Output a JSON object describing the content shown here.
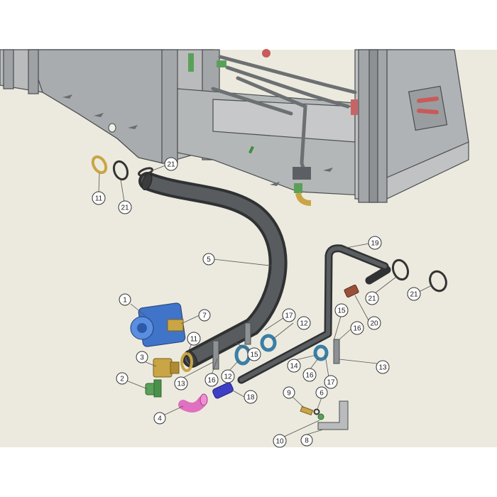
{
  "diagram": {
    "callouts": [
      {
        "id": "c1",
        "label": "1"
      },
      {
        "id": "c2",
        "label": "2"
      },
      {
        "id": "c3",
        "label": "3"
      },
      {
        "id": "c4",
        "label": "4"
      },
      {
        "id": "c5",
        "label": "5"
      },
      {
        "id": "c6",
        "label": "6"
      },
      {
        "id": "c7",
        "label": "7"
      },
      {
        "id": "c8",
        "label": "8"
      },
      {
        "id": "c9",
        "label": "9"
      },
      {
        "id": "c10",
        "label": "10"
      },
      {
        "id": "c11a",
        "label": "11"
      },
      {
        "id": "c11b",
        "label": "11"
      },
      {
        "id": "c12a",
        "label": "12"
      },
      {
        "id": "c12b",
        "label": "12"
      },
      {
        "id": "c13a",
        "label": "13"
      },
      {
        "id": "c13b",
        "label": "13"
      },
      {
        "id": "c14",
        "label": "14"
      },
      {
        "id": "c15a",
        "label": "15"
      },
      {
        "id": "c15b",
        "label": "15"
      },
      {
        "id": "c16a",
        "label": "16"
      },
      {
        "id": "c16b",
        "label": "16"
      },
      {
        "id": "c16c",
        "label": "16"
      },
      {
        "id": "c17a",
        "label": "17"
      },
      {
        "id": "c17b",
        "label": "17"
      },
      {
        "id": "c18",
        "label": "18"
      },
      {
        "id": "c19",
        "label": "19"
      },
      {
        "id": "c20",
        "label": "20"
      },
      {
        "id": "c21a",
        "label": "21"
      },
      {
        "id": "c21b",
        "label": "21"
      },
      {
        "id": "c21c",
        "label": "21"
      },
      {
        "id": "c21d",
        "label": "21"
      }
    ],
    "colors": {
      "background": "#eceade",
      "frame_fill": "#b9bbbc",
      "frame_dark": "#8e9193",
      "frame_line": "#4a4d50",
      "hose": "#4d5053",
      "hose_dark": "#2f3133",
      "pump_blue": "#3f74c9",
      "fitting_gold": "#c9a545",
      "fitting_green": "#5aa05a",
      "elbow_pink": "#e070c0",
      "coupling_blue": "#3d3fc4",
      "clamp_teal": "#3a7fa6",
      "ring": "#555555"
    }
  }
}
